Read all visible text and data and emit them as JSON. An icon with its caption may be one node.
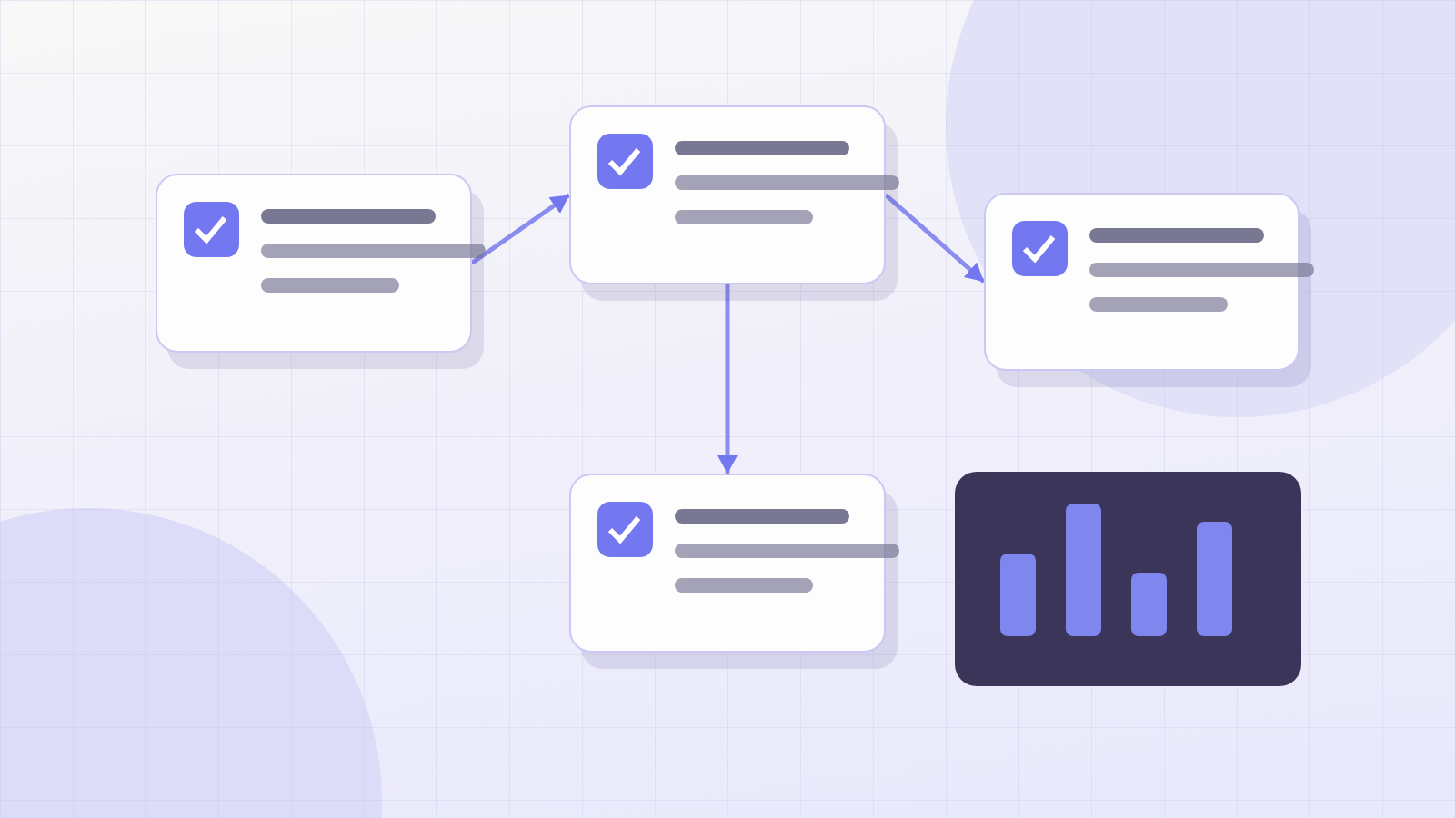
{
  "diagram": {
    "nodes": [
      {
        "text": [],
        "shape": "box"
      },
      {
        "text": [],
        "shape": "box"
      },
      {
        "text": [],
        "shape": "box"
      },
      {
        "text": [],
        "shape": "box"
      }
    ],
    "edges": [
      {
        "from": 0,
        "to": 1,
        "arrow": "to"
      },
      {
        "from": 1,
        "to": 2,
        "arrow": "to"
      },
      {
        "from": 1,
        "to": 3,
        "arrow": "to"
      }
    ]
  }
}
